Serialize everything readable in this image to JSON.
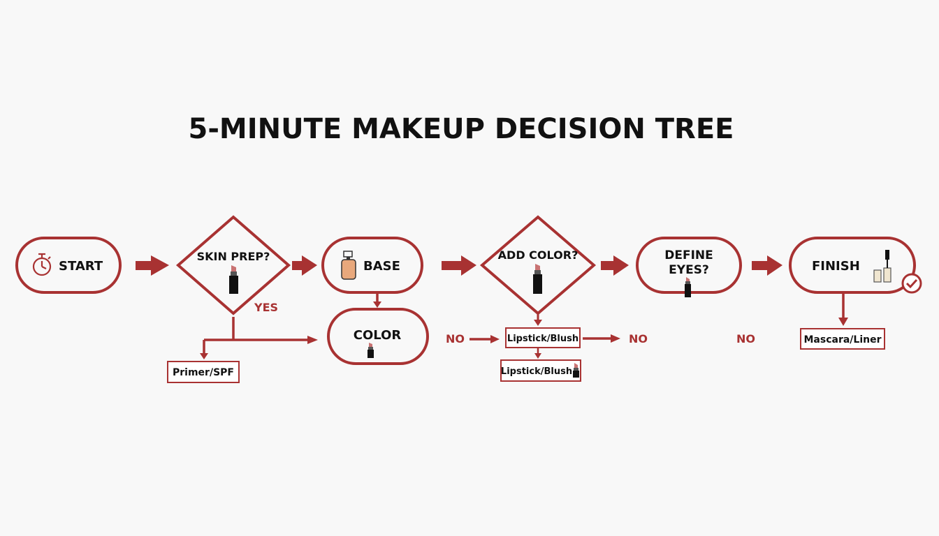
{
  "title": "5-MINUTE MAKEUP DECISION TREE",
  "colors": {
    "accent": "#a83232",
    "text": "#111111",
    "background": "#f8f8f8",
    "foundation": "#e8a87c"
  },
  "nodes": {
    "start": {
      "label": "START",
      "icon": "stopwatch-icon"
    },
    "skin_prep": {
      "label": "SKIN PREP?",
      "icon": "lipstick-icon"
    },
    "base": {
      "label": "BASE",
      "icon": "foundation-bottle-icon"
    },
    "color": {
      "label": "COLOR",
      "icon": "lipstick-icon"
    },
    "add_color": {
      "label": "ADD COLOR?",
      "icon": "lipstick-icon"
    },
    "define_eyes": {
      "label_line1": "DEFINE",
      "label_line2": "EYES?",
      "icon": "lipstick-icon"
    },
    "finish": {
      "label": "FINISH",
      "icon": "mascara-icon",
      "badge_icon": "check-circle-icon"
    }
  },
  "boxes": {
    "primer_spf": "Primer/SPF",
    "lipstick_blush_1": "Lipstick/Blush",
    "lipstick_blush_2": "Lipstick/Blush",
    "mascara_liner": "Mascara/Liner"
  },
  "edge_labels": {
    "yes": "YES",
    "no_1": "NO",
    "no_2": "NO",
    "no_3": "NO"
  }
}
